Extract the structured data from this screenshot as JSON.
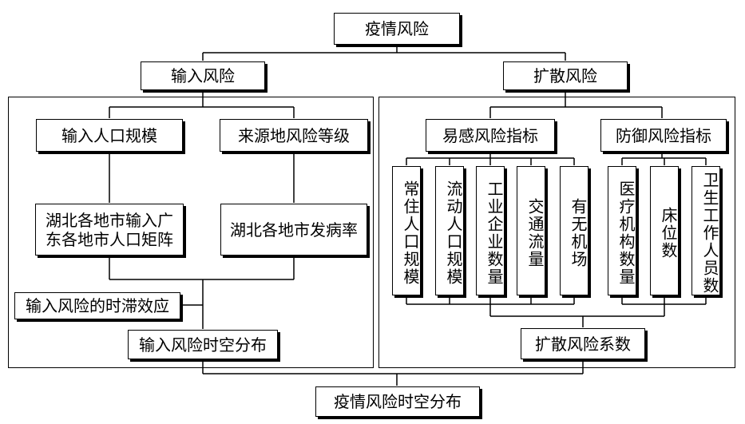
{
  "root": "疫情风险",
  "import_risk": {
    "label": "输入风险",
    "population_scale": "输入人口规模",
    "source_risk_level": "来源地风险等级",
    "population_matrix": "湖北各地市输入广东各地市人口矩阵",
    "incidence_rate": "湖北各地市发病率",
    "time_lag_effect": "输入风险的时滞效应",
    "spatiotemporal": "输入风险时空分布"
  },
  "spread_risk": {
    "label": "扩散风险",
    "susceptibility": {
      "label": "易感风险指标",
      "items": [
        "常住人口规模",
        "流动人口规模",
        "工业企业数量",
        "交通流量",
        "有无机场"
      ]
    },
    "defense": {
      "label": "防御风险指标",
      "items": [
        "医疗机构数量",
        "床位数",
        "卫生工作人员数"
      ]
    },
    "coefficient": "扩散风险系数"
  },
  "final": "疫情风险时空分布"
}
